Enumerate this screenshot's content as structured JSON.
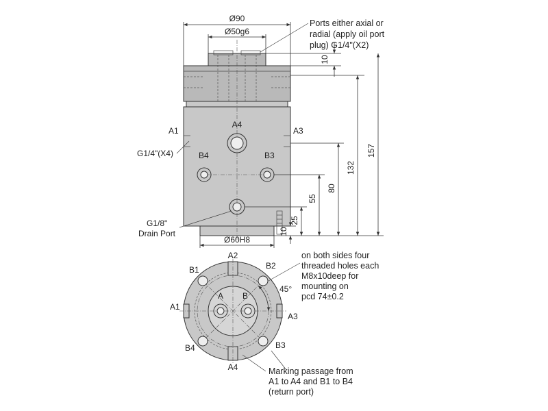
{
  "dims": {
    "d90": "Ø90",
    "d50": "Ø50g6",
    "d60": "Ø60H8",
    "h10_top": "10",
    "h157": "157",
    "h132": "132",
    "h80": "80",
    "h55": "55",
    "h25": "25",
    "h10_bottom": "10",
    "angle45": "45°"
  },
  "ports": {
    "a1": "A1",
    "a2": "A2",
    "a3": "A3",
    "a4": "A4",
    "b1": "B1",
    "b2": "B2",
    "b3": "B3",
    "b4": "B4",
    "a": "A",
    "b": "B",
    "g14x4": "G1/4\"(X4)",
    "g18": "G1/8\"",
    "drain": "Drain Port"
  },
  "notes": {
    "ports_line1": "Ports either axial or",
    "ports_line2": "radial (apply oil port",
    "ports_line3": "plug) G1/4\"(X2)",
    "mount_line1": "on both sides four",
    "mount_line2": "threaded holes each",
    "mount_line3": "M8x10deep for",
    "mount_line4": "mounting on",
    "mount_line5": "pcd 74±0.2",
    "mark_line1": "Marking passage from",
    "mark_line2": "A1 to A4 and B1 to B4",
    "mark_line3": "(return port)"
  },
  "colors": {
    "body": "#c8c8c8",
    "line": "#333333"
  }
}
